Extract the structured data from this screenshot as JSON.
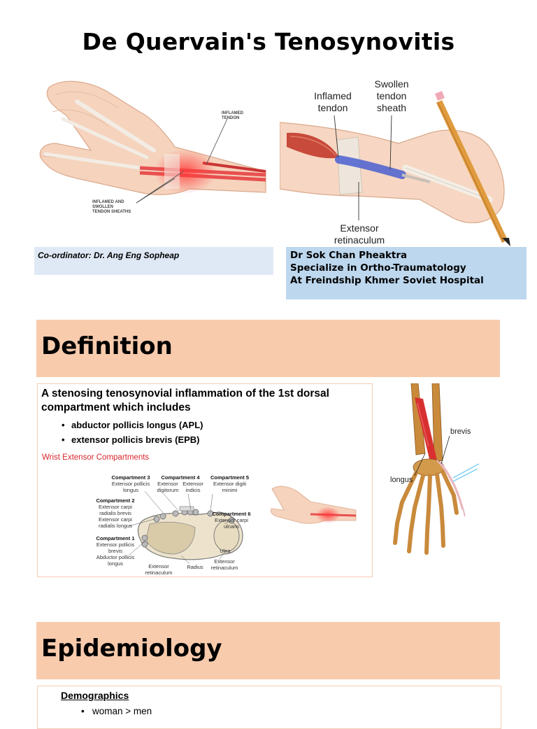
{
  "title": "De Quervain's Tenosynovitis",
  "figure_left": {
    "label_inflamed_tendon": "INFLAMED\nTENDON",
    "label_sheaths": "INFLAMED AND\nSWOLLEN\nTENDON SHEATHS"
  },
  "figure_right": {
    "label_inflamed_tendon_1": "Inflamed",
    "label_inflamed_tendon_2": "tendon",
    "label_swollen_1": "Swollen",
    "label_swollen_2": "tendon",
    "label_swollen_3": "sheath",
    "label_extensor_1": "Extensor",
    "label_extensor_2": "retinaculum"
  },
  "coordinator": "Co-ordinator: Dr. Ang Eng Sopheap",
  "author": {
    "name": "Dr Sok Chan Pheaktra",
    "specialty": "Specialize in Ortho-Traumatology",
    "hospital": "At Freindship Khmer Soviet Hospital"
  },
  "sections": {
    "definition": "Definition",
    "epidemiology": "Epidemiology"
  },
  "definition": {
    "text": "A stenosing tenosynovial inflammation of the 1st dorsal compartment which includes",
    "bullets": [
      "abductor pollicis longus (APL)",
      "extensor pollicis brevis (EPB)"
    ],
    "figure_title": "Wrist Extensor Compartments",
    "compartments": {
      "c3_title": "Compartment 3",
      "c3_body": "Extensor pollicis longus",
      "c4_title": "Compartment 4",
      "c4_a": "Extensor digitorum",
      "c4_b": "Extensor indicis",
      "c5_title": "Compartment 5",
      "c5_body": "Extensor digiti minimi",
      "c2_title": "Compartment 2",
      "c2_a": "Extensor carpi radialis brevis",
      "c2_b": "Extensor carpi radialis longus",
      "c6_title": "Compartment 6",
      "c6_body": "Extensor carpi ulnaris",
      "c1_title": "Compartment 1",
      "c1_a": "Extensor pollicis brevis",
      "c1_b": "Abductor pollicis longus",
      "ulna": "Ulna",
      "radius": "Radius",
      "ext_ret_left": "Extensor retinaculum",
      "ext_ret_right": "Extensor retinaculum"
    },
    "bone_labels": {
      "brevis": "brevis",
      "longus": "longus"
    }
  },
  "epidemiology": {
    "heading": "Demographics",
    "items": [
      "woman > men"
    ]
  },
  "colors": {
    "section_bar": "#f8cbad",
    "coord_box": "#dfe9f5",
    "author_box": "#bdd7ee",
    "inflamed": "#e83a3a",
    "sheath_blue": "#4a5fd0"
  }
}
